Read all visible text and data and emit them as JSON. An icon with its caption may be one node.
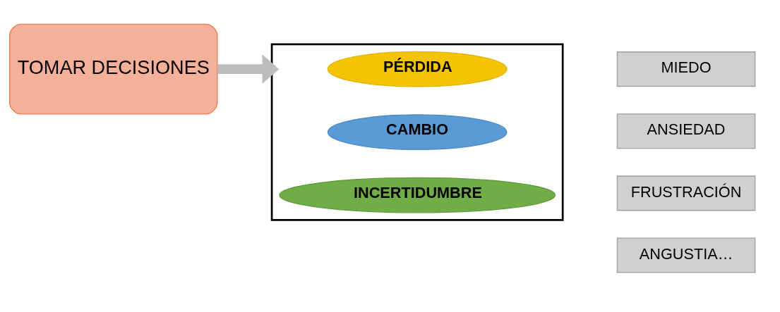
{
  "diagram": {
    "nodes": [
      {
        "text": [
          "TOMAR DECISIONES"
        ]
      },
      {
        "text": [],
        "shape": "bracket"
      },
      {
        "text": [
          "PÉRDIDA"
        ],
        "in": 1
      },
      {
        "text": [
          "CAMBIO"
        ],
        "in": 1
      },
      {
        "text": [
          "INCERTIDUMBRE"
        ],
        "in": 1
      },
      {
        "text": [
          "MIEDO"
        ]
      },
      {
        "text": [
          "ANSIEDAD"
        ]
      },
      {
        "text": [
          "FRUSTRACIÓN"
        ]
      },
      {
        "text": [
          "ANGUSTIA…"
        ]
      }
    ],
    "edges": [
      {
        "from": 0,
        "to": 1,
        "arrow": "to"
      }
    ]
  }
}
